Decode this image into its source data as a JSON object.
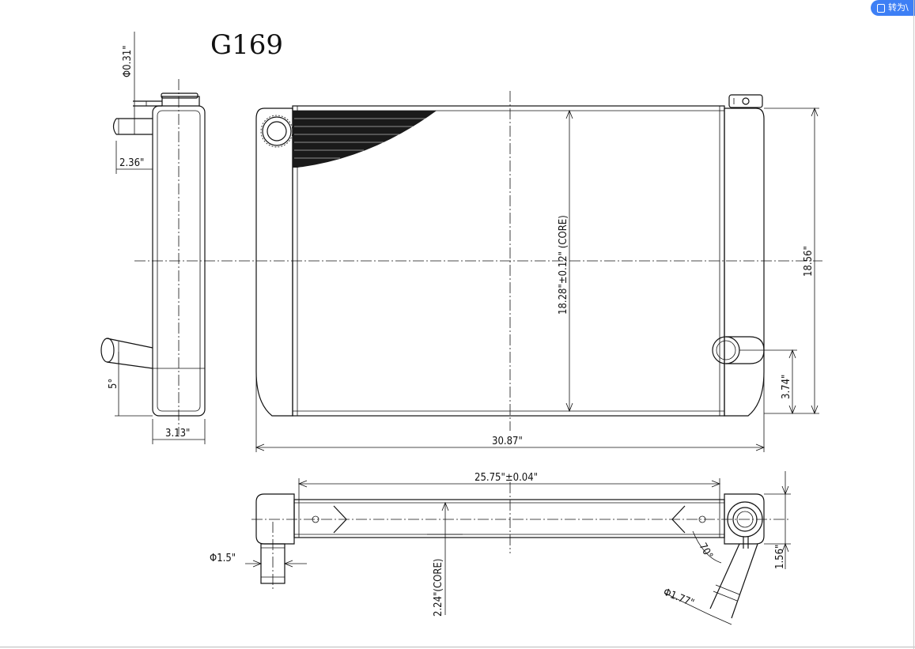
{
  "drawing": {
    "part_number": "G169"
  },
  "dimensions": {
    "inlet_diameter": "Φ0.31\"",
    "neck_offset": "2.36\"",
    "side_thickness": "3.13\"",
    "outlet_angle": "5°",
    "core_height": "18.28\"±0.12\" (CORE)",
    "overall_height": "18.56\"",
    "outlet_height": "3.74\"",
    "overall_width": "30.87\"",
    "core_width": "25.75\"±0.04\"",
    "core_depth": "2.24\"(CORE)",
    "lower_neck_diameter": "Φ1.5\"",
    "outlet_diameter": "Φ1.77\"",
    "outlet_bend_angle": "70°",
    "tank_depth": "1.56\""
  },
  "toolbar": {
    "translate_label": "转为\\"
  }
}
